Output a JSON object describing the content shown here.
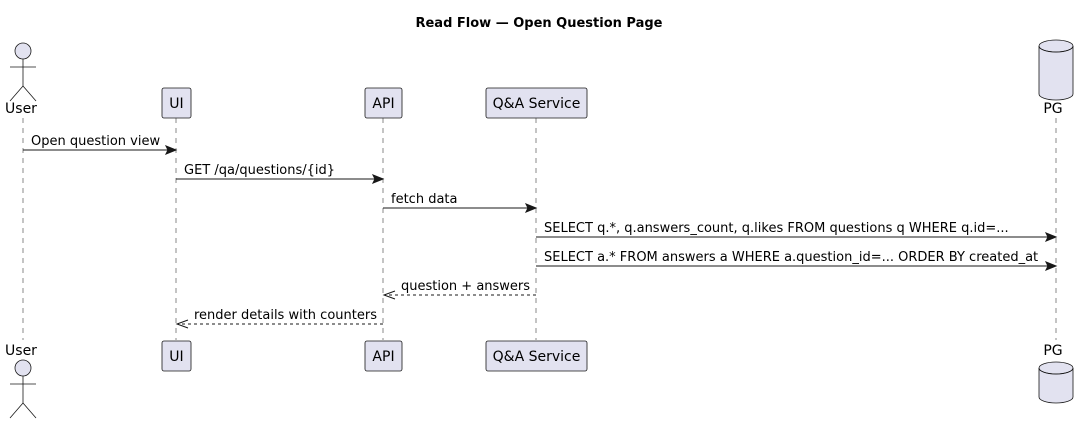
{
  "title": "Read Flow — Open Question Page",
  "participants": {
    "user": "User",
    "ui": "UI",
    "api": "API",
    "qa": "Q&A Service",
    "pg": "PG"
  },
  "messages": [
    {
      "text": "Open question view",
      "style": "solid",
      "direction": "right"
    },
    {
      "text": "GET /qa/questions/{id}",
      "style": "solid",
      "direction": "right"
    },
    {
      "text": "fetch data",
      "style": "solid",
      "direction": "right"
    },
    {
      "text": "SELECT q.*, q.answers_count, q.likes FROM questions q WHERE q.id=...",
      "style": "solid",
      "direction": "right"
    },
    {
      "text": "SELECT a.* FROM answers a WHERE a.question_id=... ORDER BY created_at",
      "style": "solid",
      "direction": "right"
    },
    {
      "text": "question + answers",
      "style": "dashed",
      "direction": "left"
    },
    {
      "text": "render details with counters",
      "style": "dashed",
      "direction": "left"
    }
  ],
  "colors": {
    "participant_fill": "#e2e2f0",
    "border": "#181818",
    "lifeline": "#8a8a8a"
  }
}
